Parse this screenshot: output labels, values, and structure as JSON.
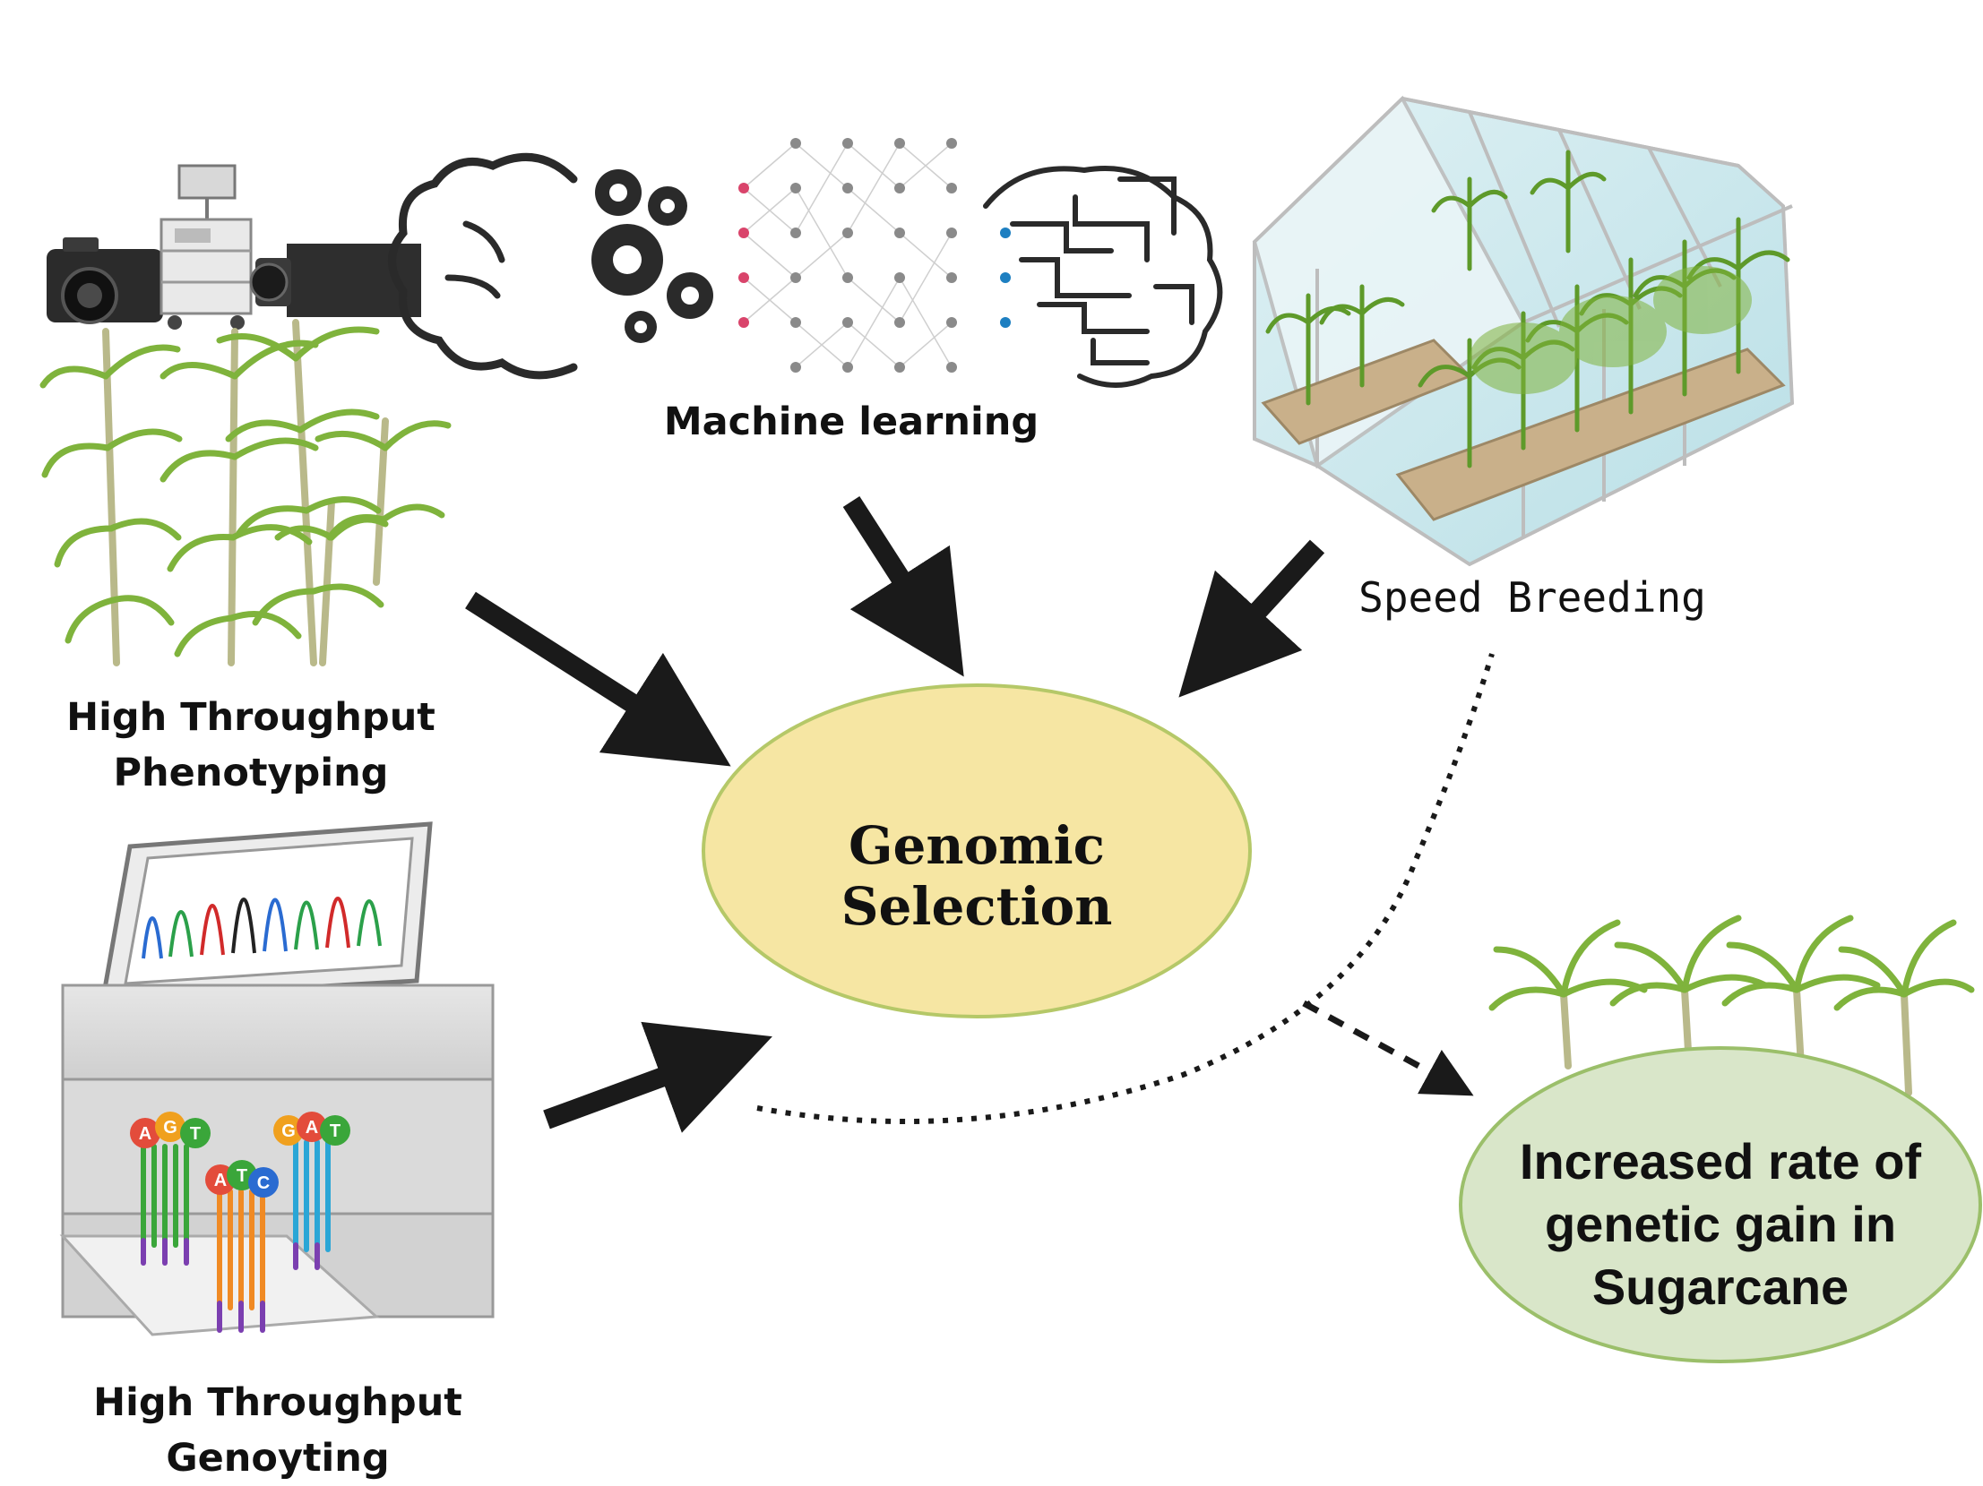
{
  "labels": {
    "phenotyping": [
      "High Throughput",
      "Phenotyping"
    ],
    "genotyping": [
      "High Throughput",
      "Genoyting"
    ],
    "machine_learning": "Machine learning",
    "speed_breeding": "Speed Breeding",
    "genomic_selection": "Genomic Selection",
    "genetic_gain": [
      "Increased rate of",
      "genetic gain in",
      "Sugarcane"
    ]
  },
  "base_letters": {
    "cluster_1": [
      "A",
      "G",
      "T"
    ],
    "cluster_2": [
      "A",
      "T",
      "C"
    ],
    "cluster_3": [
      "G",
      "A",
      "T"
    ]
  },
  "colors": {
    "genomic_selection_fill": "#f6e6a3",
    "genomic_selection_stroke": "#b5c868",
    "genetic_gain_fill": "#d9e6c9",
    "genetic_gain_stroke": "#9bbf6a",
    "arrow": "#1a1a1a",
    "plant_leaf": "#7fb33c",
    "plant_stem": "#b9b98a"
  },
  "icons": {
    "phenotyping": "camera-imaging-station-icon",
    "machine_learning": "brain-gears-neural-network-icon",
    "speed_breeding": "greenhouse-icon",
    "genotyping": "dna-sequencer-icon",
    "outcome": "sugarcane-row-icon"
  }
}
